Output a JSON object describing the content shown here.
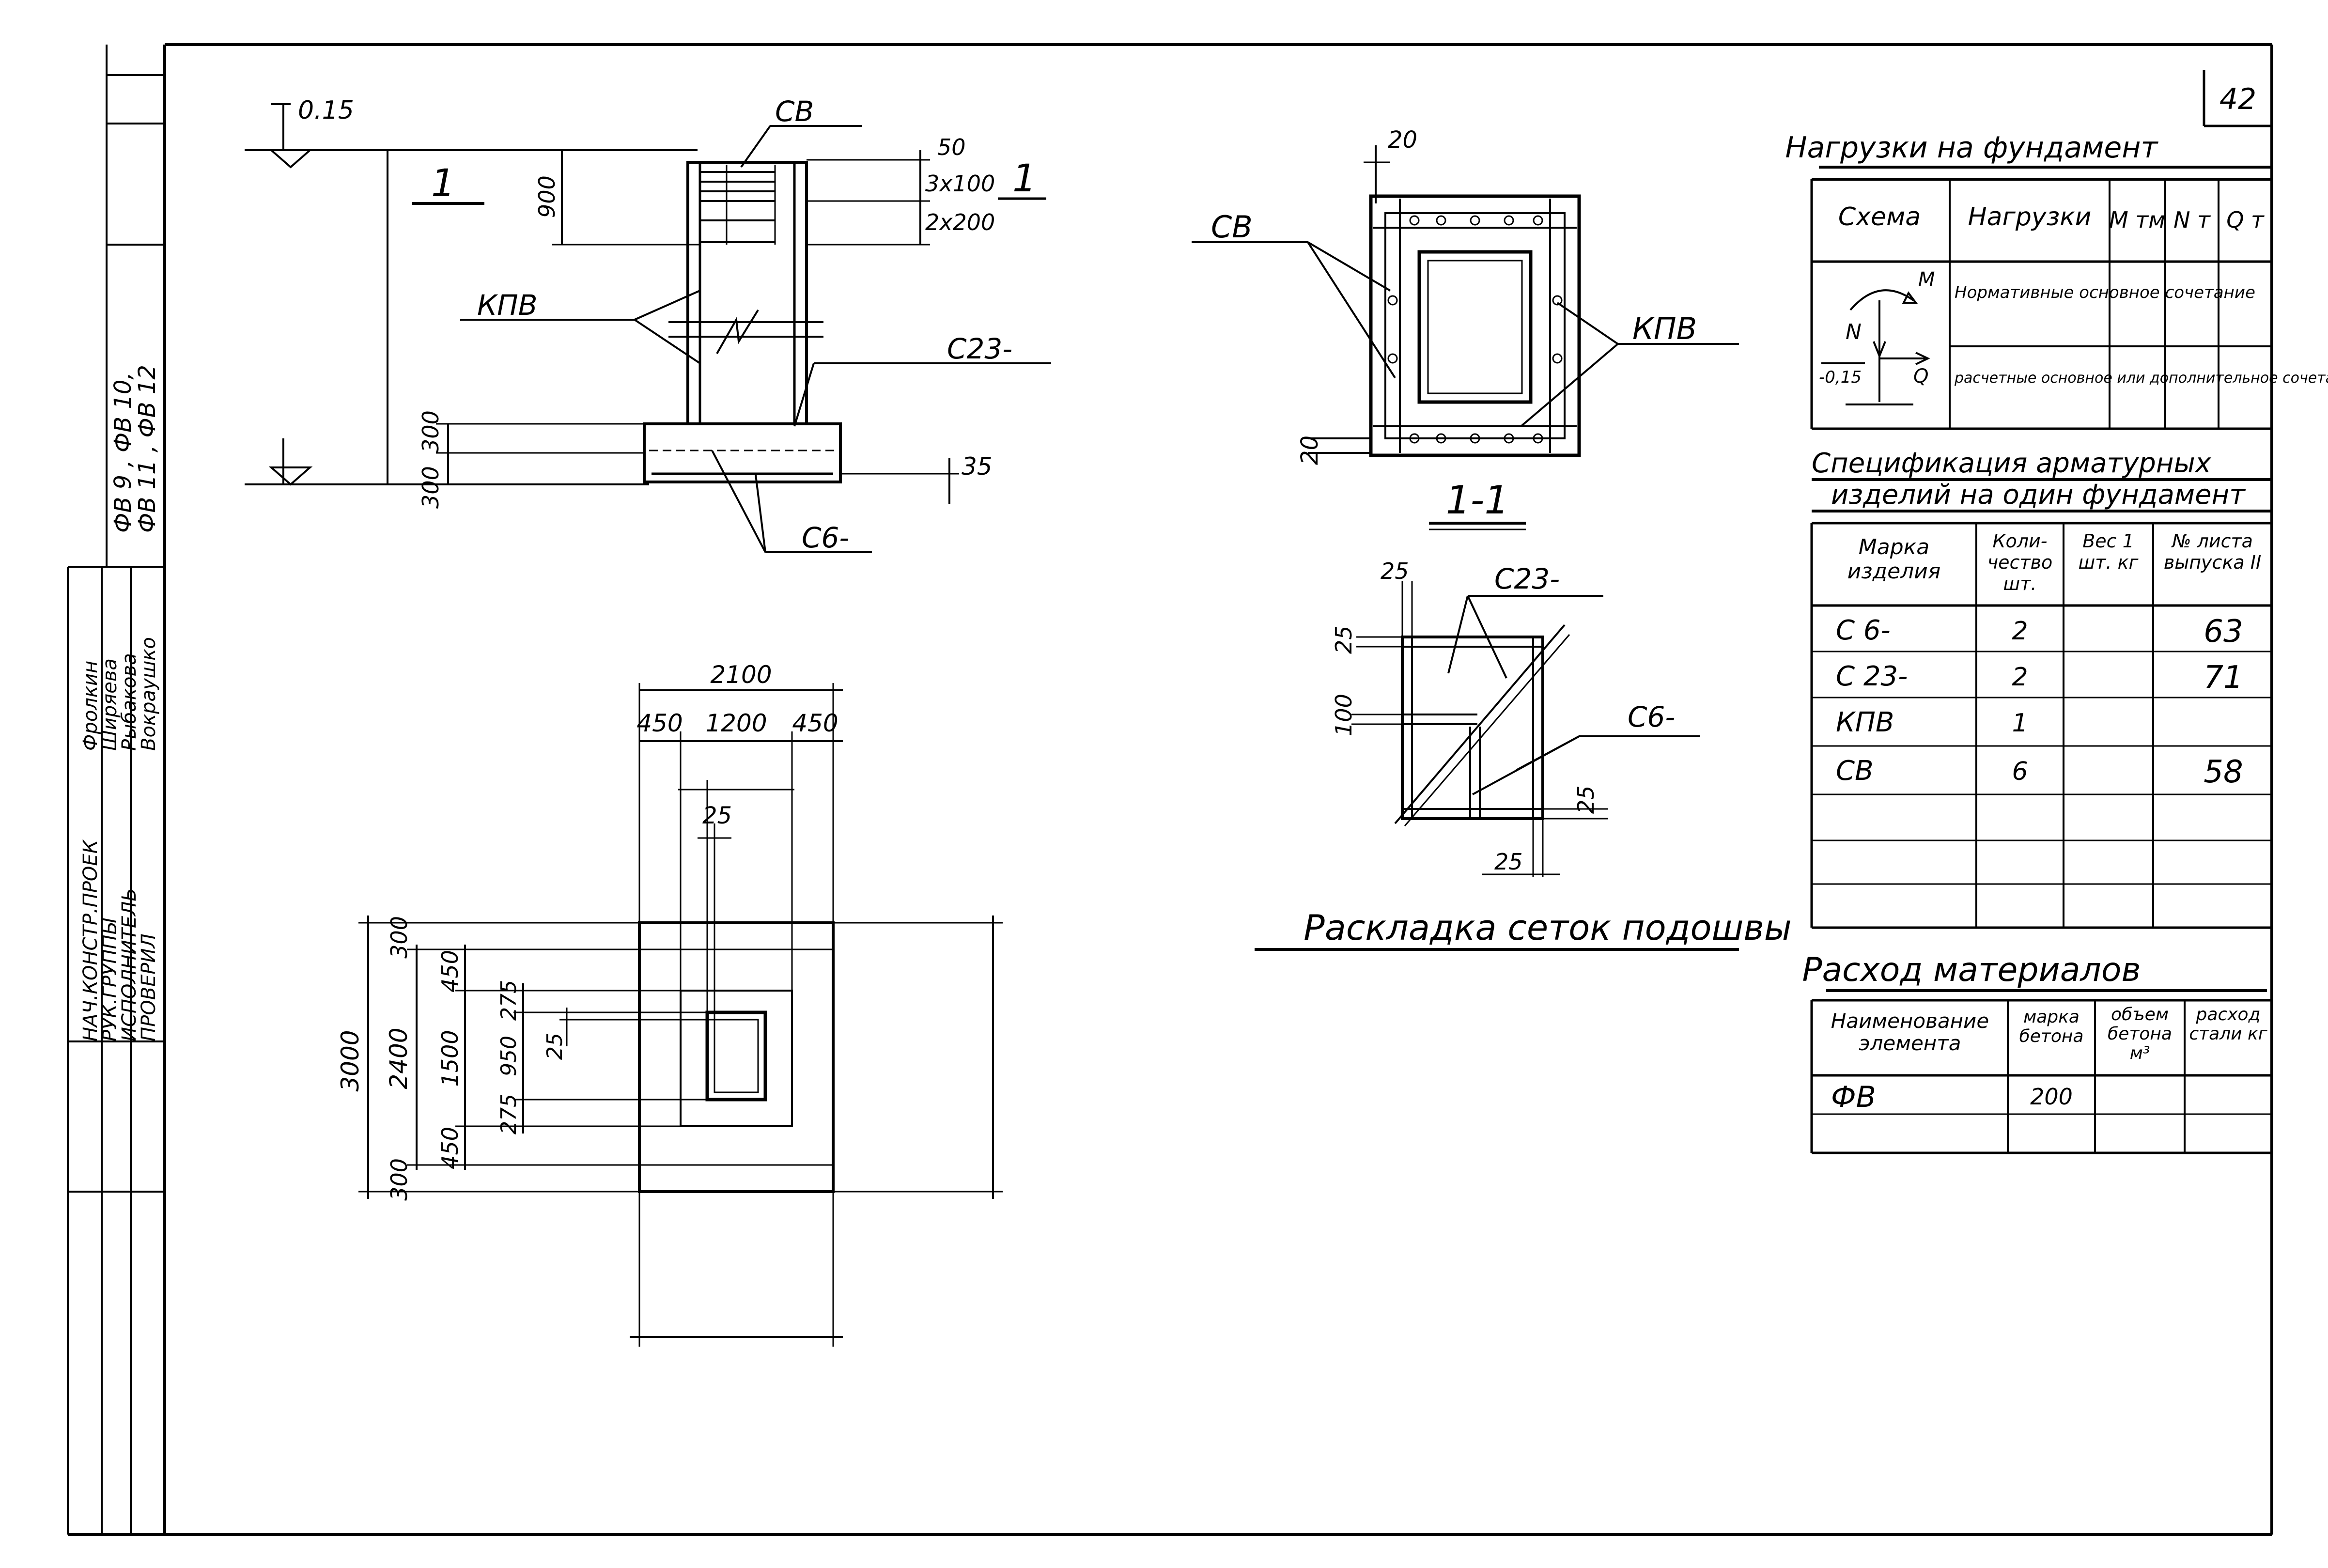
{
  "sheet": {
    "number": "42",
    "stamp_rows": [
      {
        "role": "НАЧ.КОНСТР.ПРОЕК",
        "name": "Фролкин"
      },
      {
        "role": "РУК.ГРУППЫ",
        "name": "Ширяева"
      },
      {
        "role": "ИСПОЛНИТЕЛЬ",
        "name": "Рыбакова"
      },
      {
        "role": "ПРОВЕРИЛ",
        "name": "Вокраушко"
      }
    ],
    "stamp_marks": [
      "ФВ 9 , ФВ 10,",
      "ФВ 11 , ФВ 12"
    ]
  },
  "elevation": {
    "level": "0.15",
    "section_mark": "1",
    "labels": {
      "sv": "СВ",
      "kpv": "КПВ",
      "c23": "С23-",
      "c6": "С6-"
    },
    "dims": {
      "d50": "50",
      "d3x100": "3x100",
      "d2x200": "2x200",
      "d900": "900",
      "d300a": "300",
      "d300b": "300",
      "d35": "35"
    }
  },
  "section11": {
    "title": "1-1",
    "labels": {
      "sv": "СВ",
      "kpv": "КПВ"
    },
    "dims": {
      "d20top": "20",
      "d20bot": "20"
    }
  },
  "mesh_layout": {
    "title": "Раскладка сеток подошвы",
    "labels": {
      "c23": "С23-",
      "c6": "С6-"
    },
    "dims": {
      "d25a": "25",
      "d25b": "25",
      "d100": "100",
      "d25c": "25",
      "d25d": "25"
    }
  },
  "plan": {
    "dims_top": {
      "overall": "2100",
      "left": "450",
      "middle": "1200",
      "right": "450",
      "d25": "25"
    },
    "dims_left": {
      "overall": "3000",
      "inner": "2400",
      "d300a": "300",
      "d450a": "450",
      "d1500": "1500",
      "d450b": "450",
      "d300b": "300",
      "d275a": "275",
      "d950": "950",
      "d275b": "275",
      "d25": "25"
    }
  },
  "loads_table": {
    "title": "Нагрузки на фундамент",
    "headers": [
      "Схема",
      "Нагрузки",
      "М\nтм",
      "N\nт",
      "Q\nт"
    ],
    "rows": [
      {
        "load": "Нормативные основное сочетание",
        "m": "",
        "n": "",
        "q": ""
      },
      {
        "load": "расчетные основное или дополнительное сочетание",
        "m": "",
        "n": "",
        "q": ""
      }
    ],
    "scheme_labels": {
      "m": "М",
      "n": "N",
      "q": "Q",
      "level": "-0,15"
    }
  },
  "spec_table": {
    "title_line1": "Спецификация арматурных",
    "title_line2": "изделий на один фундамент",
    "headers": [
      "Марка изделия",
      "Коли-чество шт.",
      "Вес 1 шт. кг",
      "№ листа выпуска II"
    ],
    "rows": [
      {
        "mark": "С 6-",
        "qty": "2",
        "weight": "",
        "sheet": "63"
      },
      {
        "mark": "С 23-",
        "qty": "2",
        "weight": "",
        "sheet": "71"
      },
      {
        "mark": "КПВ",
        "qty": "1",
        "weight": "",
        "sheet": ""
      },
      {
        "mark": "СВ",
        "qty": "6",
        "weight": "",
        "sheet": "58"
      },
      {
        "mark": "",
        "qty": "",
        "weight": "",
        "sheet": ""
      },
      {
        "mark": "",
        "qty": "",
        "weight": "",
        "sheet": ""
      },
      {
        "mark": "",
        "qty": "",
        "weight": "",
        "sheet": ""
      }
    ]
  },
  "materials_table": {
    "title": "Расход материалов",
    "headers": [
      "Наименование элемента",
      "марка бетона",
      "объем бетона м³",
      "расход стали кг"
    ],
    "rows": [
      {
        "name": "ФВ",
        "grade": "200",
        "volume": "",
        "steel": ""
      },
      {
        "name": "",
        "grade": "",
        "volume": "",
        "steel": ""
      }
    ]
  }
}
